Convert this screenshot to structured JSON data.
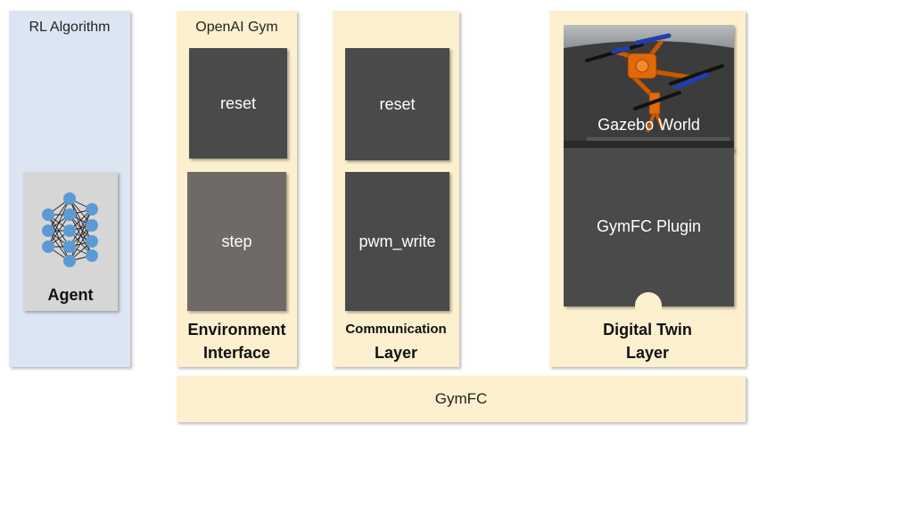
{
  "rl_algorithm": {
    "title": "RL Algorithm",
    "agent_label": "Agent"
  },
  "environment_interface": {
    "title": "OpenAI Gym",
    "reset_label": "reset",
    "step_label": "step",
    "layer_line1": "Environment",
    "layer_line2": "Interface"
  },
  "communication_layer": {
    "reset_label": "reset",
    "pwm_label": "pwm_write",
    "layer_line1": "Communication",
    "layer_line2": "Layer"
  },
  "digital_twin": {
    "gazebo_label": "Gazebo World",
    "plugin_label": "GymFC Plugin",
    "layer_line1": "Digital Twin",
    "layer_line2": "Layer"
  },
  "gymfc_bar": {
    "label": "GymFC"
  },
  "colors": {
    "blue_panel": "#dce6f2",
    "cream_panel": "#fdf0cf",
    "dark_box": "#4a4a4a",
    "step_box": "#6f6a67",
    "neuron": "#5b9bd5",
    "drone_frame": "#e06a0a",
    "propeller_blue": "#1f3fb0"
  }
}
